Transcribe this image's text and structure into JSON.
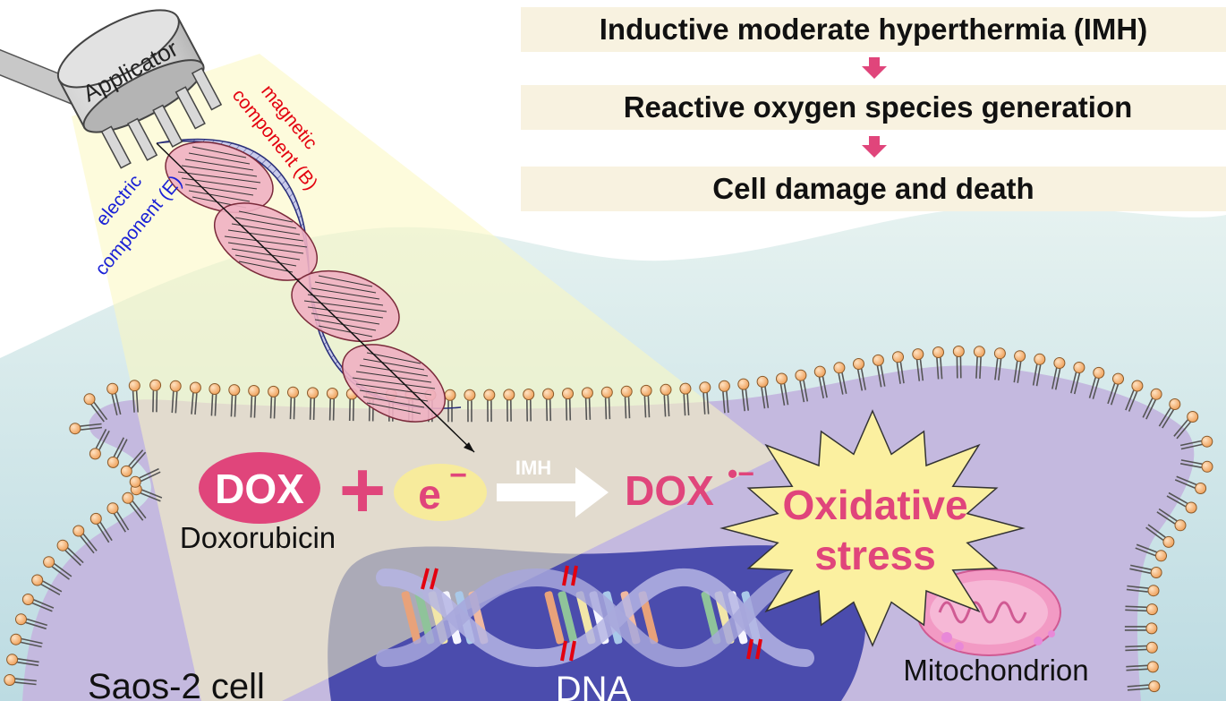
{
  "steps": [
    "Inductive moderate hyperthermia (IMH)",
    "Reactive oxygen species generation",
    "Cell damage and death"
  ],
  "applicator": {
    "label": "Applicator"
  },
  "wave": {
    "magnetic_line1": "magnetic",
    "magnetic_line2": "component (B)",
    "electric_line1": "electric",
    "electric_line2": "component (E)"
  },
  "reaction": {
    "dox": "DOX",
    "dox_name": "Doxorubicin",
    "plus": "+",
    "electron": "e",
    "electron_charge": "−",
    "arrow_label": "IMH",
    "product": "DOX",
    "product_charge": "•−"
  },
  "stress": {
    "line1": "Oxidative",
    "line2": "stress"
  },
  "labels": {
    "cell": "Saos-2 cell",
    "dna": "DNA",
    "mitochondrion": "Mitochondrion"
  },
  "colors": {
    "step_bg": "#f8f2e0",
    "step_arrow": "#e0457b",
    "dox_pink": "#e0457b",
    "electron_bg": "#f7eb9c",
    "star_fill": "#fbf0a0",
    "cytoplasm": "#c4b9df",
    "nucleus": "#4b4cad",
    "membrane_head": "#f6b77c",
    "magnetic_red": "#e3000f",
    "electric_blue": "#1a21d6",
    "mito_pink": "#f29ac4"
  }
}
